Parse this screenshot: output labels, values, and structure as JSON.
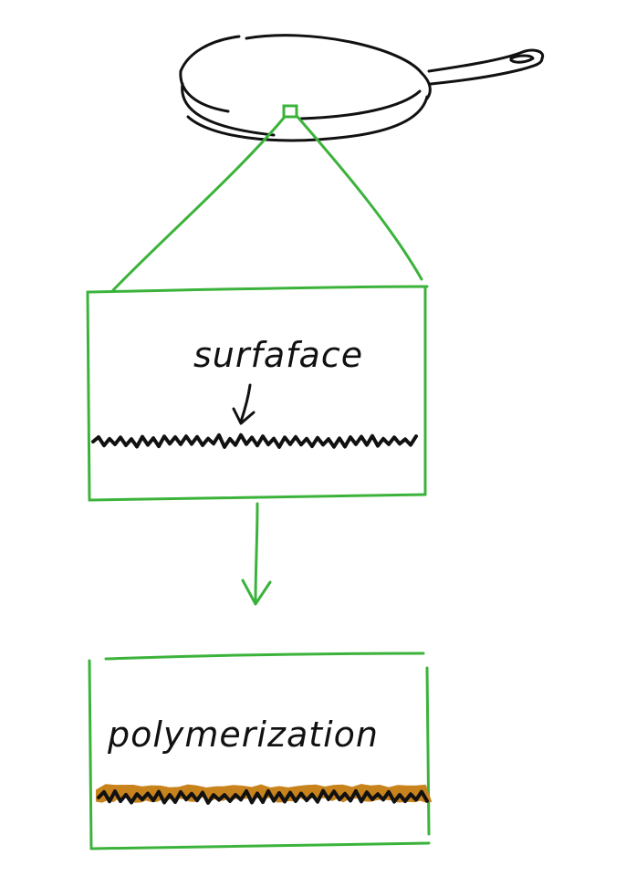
{
  "diagram": {
    "labels": {
      "surface": "surfaface",
      "polymerization": "polymerization"
    },
    "colors": {
      "outline_green": "#3bb33b",
      "ink": "#111111",
      "polymer_layer": "#c8831c",
      "background": "#ffffff"
    },
    "elements": [
      "frying-pan",
      "zoom-marker",
      "zoom-lines",
      "surface-box",
      "transition-arrow",
      "polymerization-box"
    ]
  }
}
